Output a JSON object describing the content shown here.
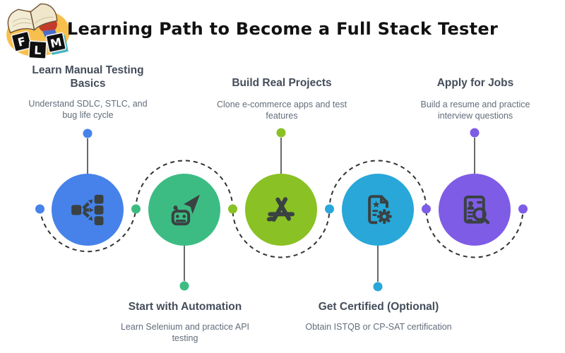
{
  "title": "Learning Path to Become a Full Stack Tester",
  "logo": {
    "letters": [
      "F",
      "L",
      "M"
    ],
    "description": "child reading open book above letter blocks"
  },
  "steps": [
    {
      "heading": "Learn Manual Testing Basics",
      "description": "Understand SDLC, STLC, and bug life cycle",
      "color": "#4682e9",
      "icon": "workflow-icon",
      "label_position": "top"
    },
    {
      "heading": "Start with Automation",
      "description": "Learn Selenium and practice API testing",
      "color": "#3cbc83",
      "icon": "robot-automation-icon",
      "label_position": "bottom"
    },
    {
      "heading": "Build Real Projects",
      "description": "Clone e-commerce apps and test features",
      "color": "#8ac124",
      "icon": "app-projects-icon",
      "label_position": "top"
    },
    {
      "heading": "Get Certified (Optional)",
      "description": "Obtain ISTQB or CP-SAT certification",
      "color": "#28a7d8",
      "icon": "certificate-gear-icon",
      "label_position": "bottom"
    },
    {
      "heading": "Apply for Jobs",
      "description": "Build a resume and practice interview questions",
      "color": "#7e5ce6",
      "icon": "resume-search-icon",
      "label_position": "top"
    }
  ],
  "style": {
    "title_color": "#111111",
    "heading_color": "#444d5a",
    "description_color": "#626d7a",
    "icon_color": "#3a4142",
    "dash_color": "#333333",
    "stem_color": "#3f4444"
  }
}
